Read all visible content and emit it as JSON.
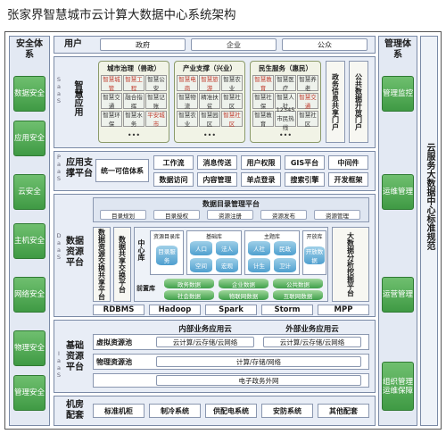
{
  "title": "张家界智慧城市云计算大数据中心系统架构",
  "left_col": {
    "title": "安全体系",
    "items": [
      "数据安全",
      "应用安全",
      "云安全",
      "主机安全",
      "网络安全",
      "物理安全",
      "管理安全"
    ]
  },
  "right_col": {
    "title": "管理体系",
    "items": [
      "管理监控",
      "运维管理",
      "运营管理",
      "组织管理运维保障"
    ]
  },
  "right_standard": "云服务大数据中心标准规范",
  "user_row": {
    "label": "用户",
    "items": [
      "政府",
      "企业",
      "公众"
    ]
  },
  "saas": {
    "tag": "SaaS",
    "label": "智慧应用",
    "panels": [
      {
        "title": "城市治理（兽政）",
        "tiles": [
          "智慧城管",
          "智慧工程",
          "智慧公安",
          "智慧交通",
          "融合指挥",
          "智慧记账",
          "智慧环保",
          "智慧水务",
          "平安城市"
        ],
        "dots": "•••"
      },
      {
        "title": "产业支撑（兴业）",
        "tiles": [
          "智慧电商",
          "智慧旅游",
          "智慧农业",
          "智慧物流",
          "精准扶贫",
          "智慧社区",
          "智慧农业",
          "智慧园区",
          "智慧社区"
        ],
        "dots": "•••"
      },
      {
        "title": "民生服务（惠民）",
        "tiles": [
          "智慧教育",
          "智慧医疗",
          "智慧养老",
          "智慧社保",
          "智慧人社",
          "智慧交通",
          "智慧教育",
          "12345市民热线",
          "智慧社区"
        ],
        "dots": "•••"
      }
    ],
    "gov_portal": "政务信息共享门户",
    "open_portal": "公共数据开放门户"
  },
  "paas": {
    "tag": "PaaS",
    "label": "应用支撑平台",
    "big": "统一可信体系",
    "row1": [
      "工作流",
      "消息传送",
      "用户权限",
      "GIS平台",
      "中间件"
    ],
    "row2": [
      "数据访问",
      "内容管理",
      "单点登录",
      "搜索引擎",
      "开发框架"
    ]
  },
  "daas": {
    "tag": "DaaS",
    "label": "数据资源平台",
    "catalog_title": "数据目录管理平台",
    "catalog_items": [
      "目录规划",
      "目录授权",
      "资源注册",
      "资源发布",
      "资源管理"
    ],
    "exchange": "数据资源交换共享平台",
    "share": "数据共享交换平台",
    "center": "中心库",
    "resource_lib": "资源目录库",
    "resource_inner": "目录服务",
    "base_lib": "基础库",
    "base_items": [
      "人口",
      "法人",
      "空间",
      "宏观"
    ],
    "theme_lib": "主题库",
    "theme_items": [
      "人社",
      "民政",
      "计生",
      "卫计"
    ],
    "open_lib": "开放库",
    "open_inner": "开放数据",
    "front": "前置库",
    "front_items": [
      "政务数据",
      "企业数据",
      "公共数据",
      "社会数据",
      "物联网数据",
      "互联网数据"
    ],
    "analysis": "大数据分析挖掘平台",
    "bottom": [
      "RDBMS",
      "Hadoop",
      "Spark",
      "Storm",
      "MPP"
    ]
  },
  "iaas": {
    "tag": "IaaS",
    "label": "基础资源平台",
    "inner_cloud": "内部业务应用云",
    "outer_cloud": "外部业务应用云",
    "virtual": "虚拟资源池",
    "physical": "物理资源池",
    "compute_inner": "云计算/云存储/云网络",
    "compute_outer": "云计算/云存储/云网络",
    "compute": "计算/存储/网络",
    "egov": "电子政务外网"
  },
  "facility": {
    "label": "机房配套",
    "items": [
      "标准机柜",
      "制冷系统",
      "供配电系统",
      "安防系统",
      "其他配套"
    ]
  }
}
